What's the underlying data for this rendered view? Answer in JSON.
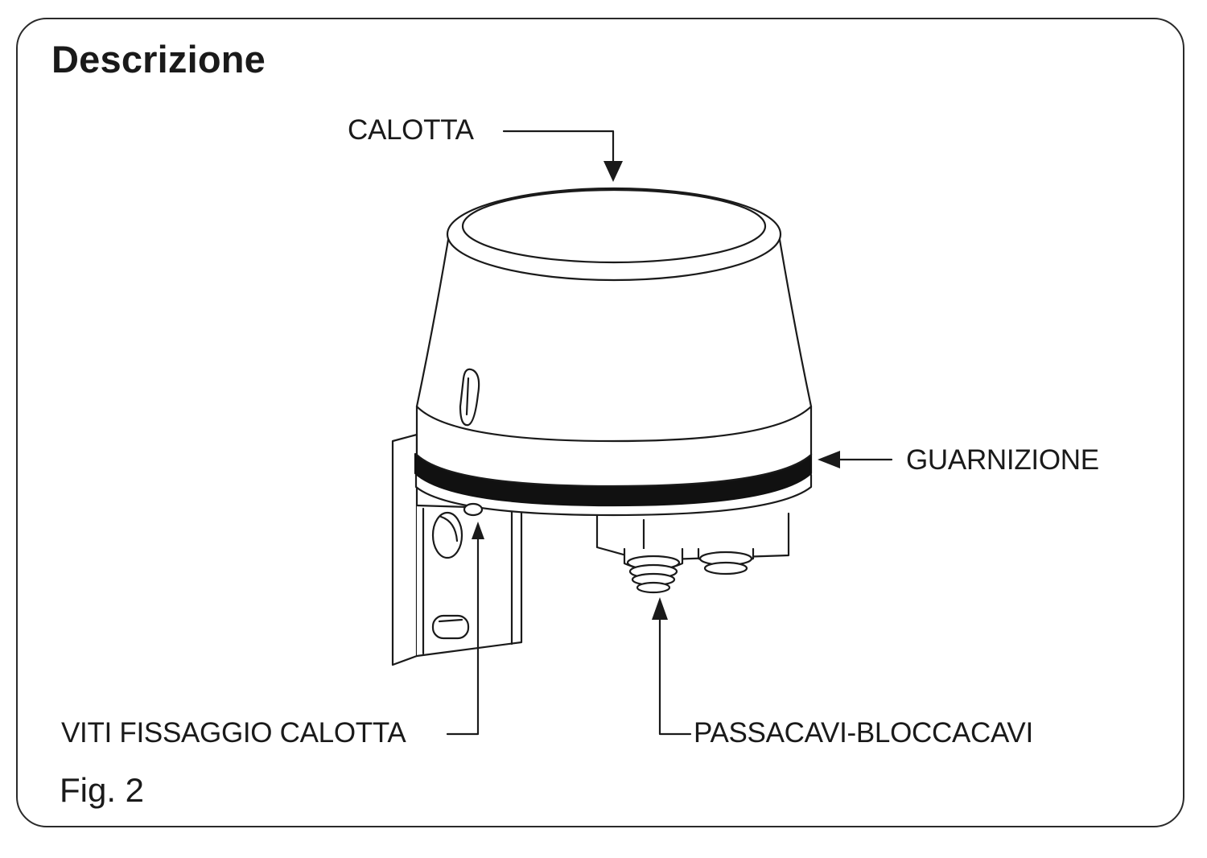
{
  "title": "Descrizione",
  "labels": {
    "cap": "CALOTTA",
    "gasket": "GUARNIZIONE",
    "screws": "VITI FISSAGGIO CALOTTA",
    "glands": "PASSACAVI-BLOCCACAVI"
  },
  "caption": "Fig. 2"
}
